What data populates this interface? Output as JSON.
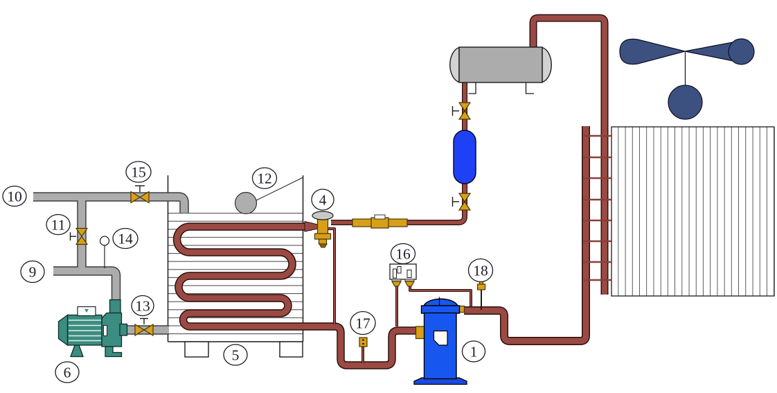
{
  "callouts": {
    "c1": "1",
    "c4": "4",
    "c5": "5",
    "c6": "6",
    "c9": "9",
    "c10": "10",
    "c11": "11",
    "c12": "12",
    "c13": "13",
    "c14": "14",
    "c15": "15",
    "c16": "16",
    "c17": "17",
    "c18": "18"
  },
  "colors": {
    "refrigerant": "#9a4a43",
    "water": "#acacac",
    "valve_gold": "#d8a018",
    "pump_teal": "#3a8d80",
    "compressor_blue": "#1857ef",
    "drier_blue": "#1e41f5",
    "fan_navy": "#3d5181",
    "vessel_gray": "#acacac",
    "base_blue": "#1a4be0"
  }
}
